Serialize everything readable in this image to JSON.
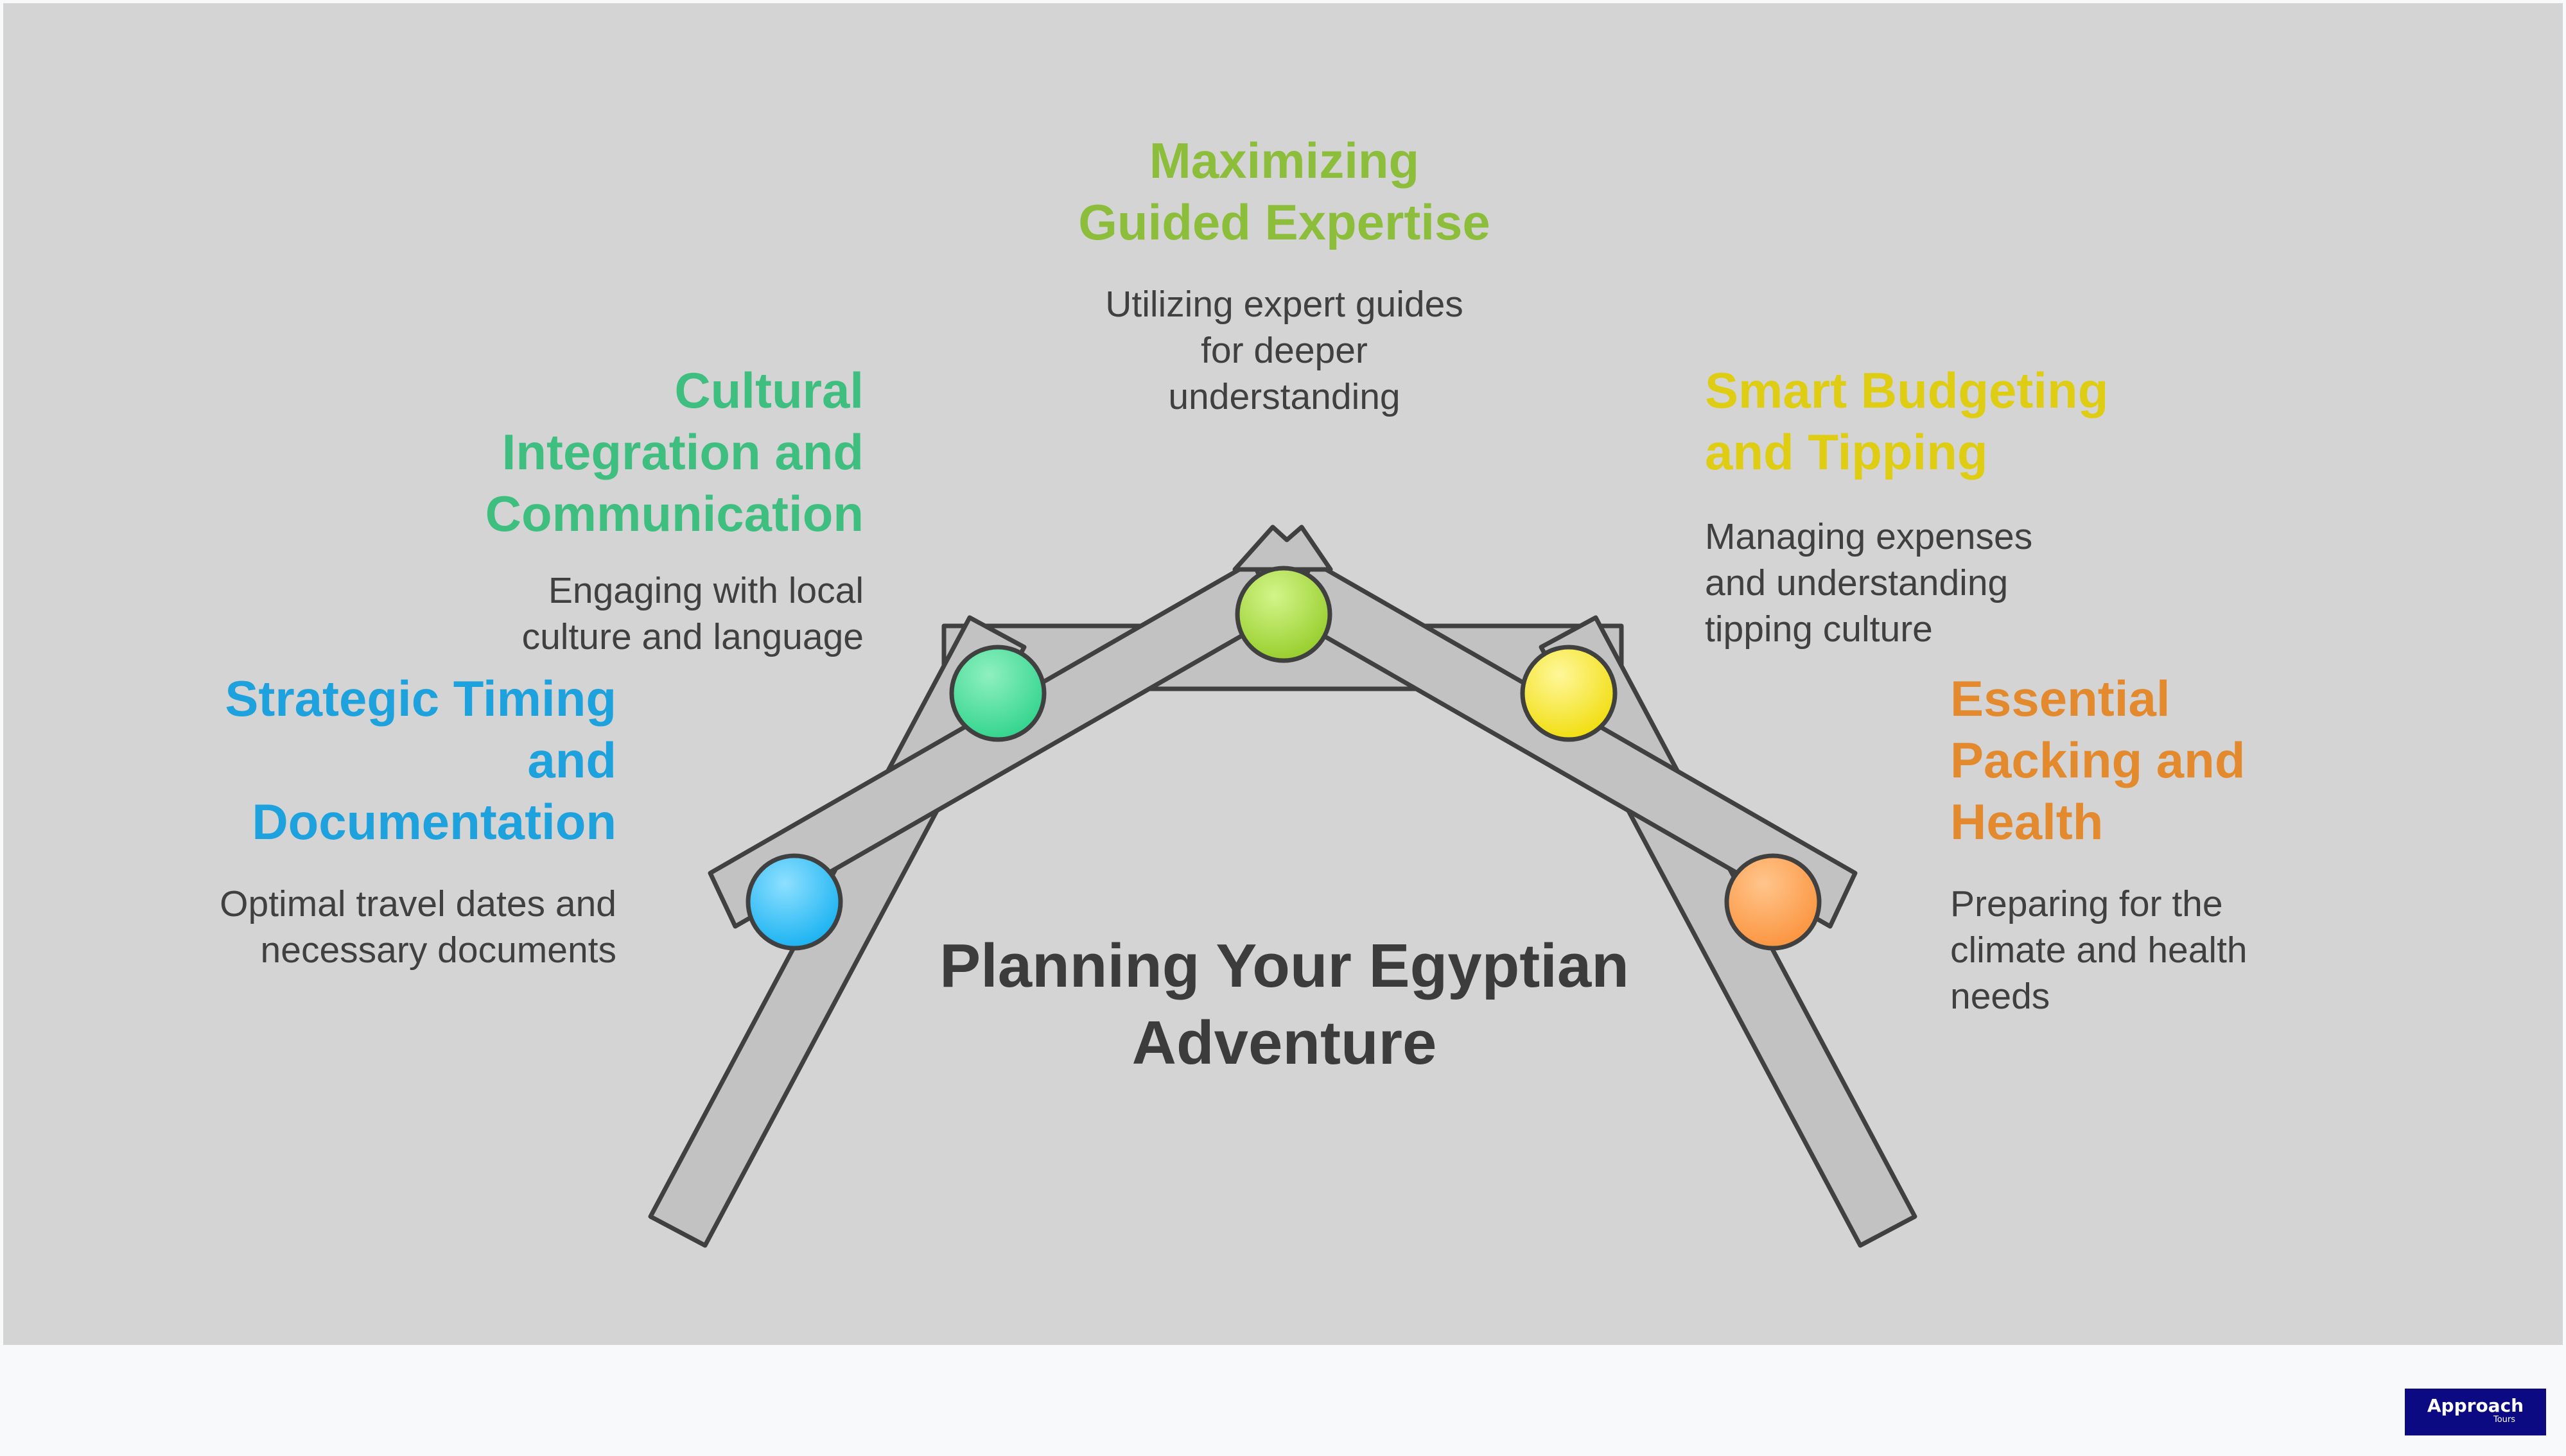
{
  "colors": {
    "background": "#d4d4d4",
    "frame": "#c0c0c0",
    "stroke": "#404040",
    "blue": "#1ea2dd",
    "green": "#3ebf80",
    "lime": "#8dbe3b",
    "yellow": "#dfcd13",
    "orange": "#e48a2e"
  },
  "center_title": "Planning Your Egyptian Adventure",
  "topics": {
    "strategic": {
      "title": "Strategic Timing and Documentation",
      "description": "Optimal travel dates and necessary documents"
    },
    "cultural": {
      "title": "Cultural Integration and Communication",
      "description": "Engaging with local culture and language"
    },
    "guided": {
      "title": "Maximizing Guided Expertise",
      "description": "Utilizing expert guides for deeper understanding"
    },
    "budgeting": {
      "title": "Smart Budgeting and Tipping",
      "description": "Managing expenses and understanding tipping culture"
    },
    "packing": {
      "title": "Essential Packing and Health",
      "description": "Preparing for the climate and health needs"
    }
  },
  "logo": {
    "line1": "Approach",
    "line2": "Tours"
  }
}
